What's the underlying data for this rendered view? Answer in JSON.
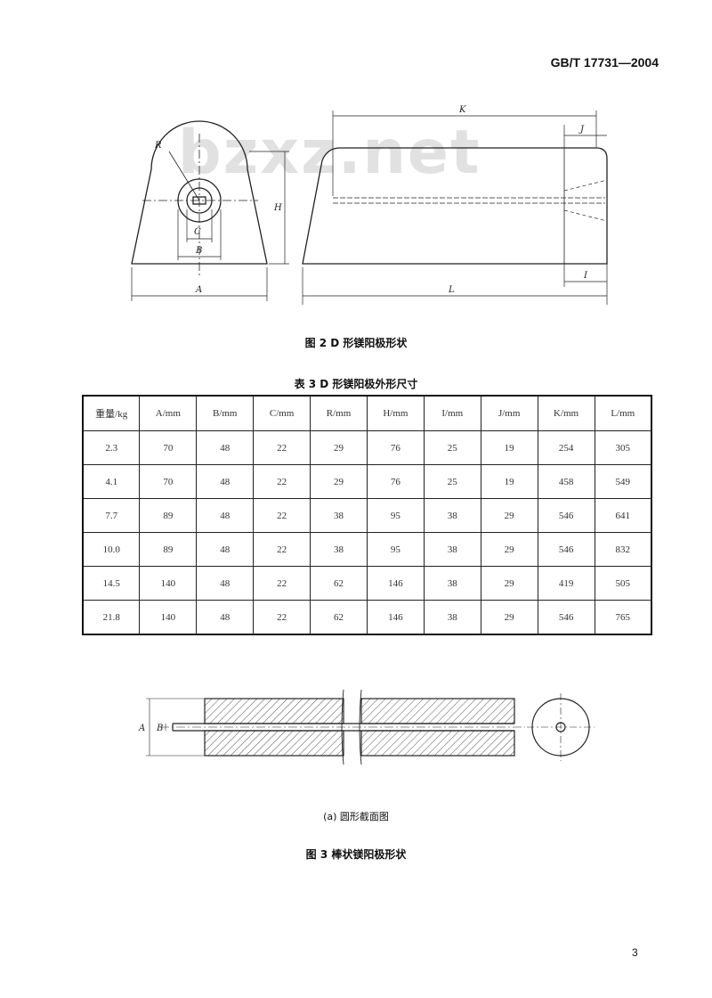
{
  "header": {
    "standard_code": "GB/T 17731—2004"
  },
  "watermark": {
    "text": "bzxz.net"
  },
  "figure2": {
    "caption": "图 2   D 形镁阳极形状",
    "labels": {
      "R": "R",
      "C": "C",
      "B": "B",
      "A": "A",
      "H": "H",
      "K": "K",
      "J": "J",
      "L": "L",
      "I": "I"
    }
  },
  "table3": {
    "title": "表 3   D 形镁阳极外形尺寸",
    "headers": [
      "重量/kg",
      "A/mm",
      "B/mm",
      "C/mm",
      "R/mm",
      "H/mm",
      "I/mm",
      "J/mm",
      "K/mm",
      "L/mm"
    ],
    "rows": [
      [
        "2.3",
        "70",
        "48",
        "22",
        "29",
        "76",
        "25",
        "19",
        "254",
        "305"
      ],
      [
        "4.1",
        "70",
        "48",
        "22",
        "29",
        "76",
        "25",
        "19",
        "458",
        "549"
      ],
      [
        "7.7",
        "89",
        "48",
        "22",
        "38",
        "95",
        "38",
        "29",
        "546",
        "641"
      ],
      [
        "10.0",
        "89",
        "48",
        "22",
        "38",
        "95",
        "38",
        "29",
        "546",
        "832"
      ],
      [
        "14.5",
        "140",
        "48",
        "22",
        "62",
        "146",
        "38",
        "29",
        "419",
        "505"
      ],
      [
        "21.8",
        "140",
        "48",
        "22",
        "62",
        "146",
        "38",
        "29",
        "546",
        "765"
      ]
    ]
  },
  "figure3": {
    "labels": {
      "A": "A",
      "B": "B"
    },
    "sub_caption": "(a)  圆形截面图",
    "caption": "图 3   棒状镁阳极形状"
  },
  "footer": {
    "page_number": "3"
  }
}
